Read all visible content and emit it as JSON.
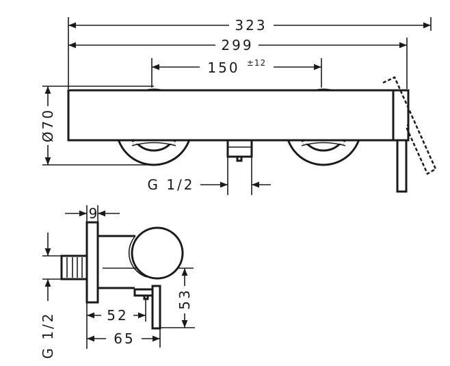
{
  "title": "Shower mixer dimension drawing",
  "top_view": {
    "overall_width": "323",
    "body_width": "299",
    "center_distance": "150",
    "center_tolerance": "±12",
    "diameter": "Ø70",
    "outlet_thread": "G 1/2"
  },
  "side_view": {
    "plate_thickness": "9",
    "inlet_thread": "G 1/2",
    "outlet_projection": "52",
    "total_projection": "65",
    "outlet_height": "53"
  },
  "colors": {
    "line": "#1a1a1a",
    "background": "#ffffff"
  }
}
